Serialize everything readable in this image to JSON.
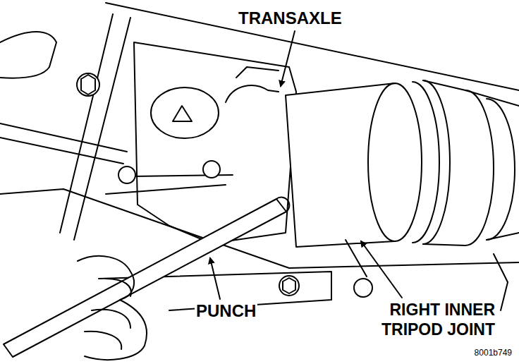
{
  "diagram": {
    "labels": [
      "TRANSAXLE",
      "PUNCH",
      "RIGHT INNER TRIPOD JOINT",
      "8001b749"
    ]
  }
}
